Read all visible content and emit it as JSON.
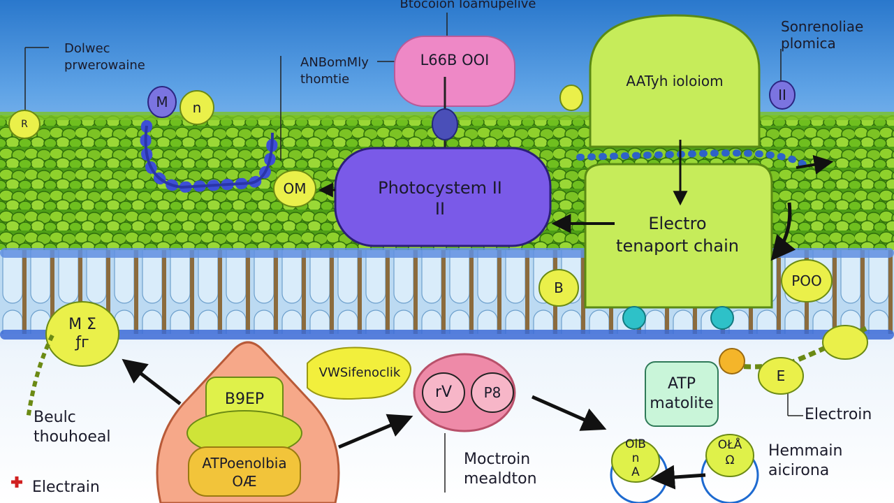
{
  "labels": {
    "top_title": "Btocoion Ioamupelive",
    "top_left": "Dolwec\nprwerowaine",
    "antenna": "ANBomMly\nthomtie",
    "pink_protein": "L66B OOI",
    "atp_synthase_top": "AATyh ioloiom",
    "top_right": "Sonrenoliae\nplomica",
    "small_m": "M",
    "small_n": "n",
    "left_yellow": "R",
    "small_ii": "II",
    "om": "OM",
    "photosystem": "Photocystem II\nII",
    "electron_transport": "Electro\ntenaport chain",
    "p_right": "POO",
    "b2": "B",
    "m_left": "M Ʃ\nƒг",
    "bsep": "B9EP",
    "atpoenolbia": "ATPoenolbia\nOÆ",
    "vesicle_label": "VWSifenoclik",
    "rv": "rV",
    "p8": "P8",
    "atp_matolite": "ATP\nmatolite",
    "e_right": "E",
    "electrain_right": "Electroin",
    "beulc": "Beulc\nthouhoeal",
    "electrain_left": "Electrain",
    "moctroin": "Moctroin\nmealdton",
    "hemmain": "Hemmain\naicirona",
    "cluster_left": "OlB\nn\nA",
    "cluster_right": "OŁÅ\nΩ"
  },
  "colors": {
    "leaf_green": "#6fbf1f",
    "leaf_dark": "#3f8a12",
    "lime_protein": "#c6ec5a",
    "yellow": "#f2ef3c",
    "purple": "#7a5ae8",
    "pink": "#ee88c6",
    "salmon": "#f6a889",
    "mint": "#c9f5d9",
    "membrane_blue": "#8fc4ec",
    "head_blue": "#3c6bd6",
    "sky_top": "#2a78cc"
  }
}
